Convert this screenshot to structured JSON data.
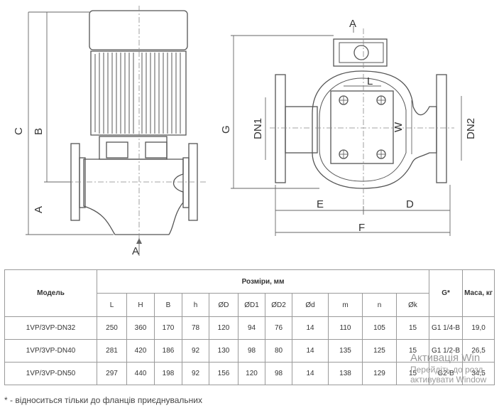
{
  "drawing": {
    "labels": {
      "A": "A",
      "B": "B",
      "C": "C",
      "G": "G",
      "DN1": "DN1",
      "DN2": "DN2",
      "E": "E",
      "D": "D",
      "F": "F",
      "L": "L",
      "W": "W"
    }
  },
  "table": {
    "model_header": "Модель",
    "dimensions_header": "Розміри, мм",
    "g_header": "G*",
    "mass_header": "Маса, кг",
    "columns": [
      "L",
      "H",
      "B",
      "h",
      "ØD",
      "ØD1",
      "ØD2",
      "Ød",
      "m",
      "n",
      "Øk"
    ],
    "rows": [
      [
        "1VP/3VP-DN32",
        "250",
        "360",
        "170",
        "78",
        "120",
        "94",
        "76",
        "14",
        "110",
        "105",
        "15",
        "G1 1/4-B",
        "19,0"
      ],
      [
        "1VP/3VP-DN40",
        "281",
        "420",
        "186",
        "92",
        "130",
        "98",
        "80",
        "14",
        "135",
        "125",
        "15",
        "G1 1/2-B",
        "26,5"
      ],
      [
        "1VP/3VP-DN50",
        "297",
        "440",
        "198",
        "92",
        "156",
        "120",
        "98",
        "14",
        "138",
        "129",
        "15",
        "G2-B",
        "34,5"
      ]
    ]
  },
  "footnote": "* - відноситься тільки до фланців приєднувальних",
  "watermark": {
    "line1": "Активація Win",
    "line2": "Перейдіть до розд",
    "line3": "активувати Window"
  }
}
